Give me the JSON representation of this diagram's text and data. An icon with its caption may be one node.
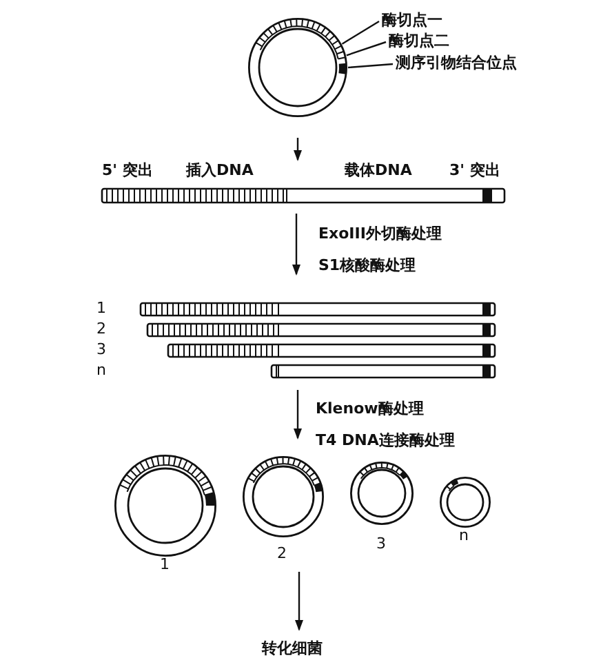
{
  "diagram": {
    "nodes": [
      {
        "text": [],
        "shape": "circle"
      },
      {
        "text": [
          "酶切点一"
        ]
      },
      {
        "text": [
          "酶切点二"
        ]
      },
      {
        "text": [
          "测序引物结合位点"
        ]
      },
      {
        "text": [
          "5' 突出",
          "插入DNA",
          "载体DNA",
          "3' 突出"
        ]
      },
      {
        "text": [],
        "shape": "bar"
      },
      {
        "text": [],
        "shape": "bar"
      },
      {
        "text": [],
        "shape": "bar"
      },
      {
        "text": [],
        "shape": "bar"
      },
      {
        "text": [],
        "shape": "circle",
        "beside": [
          "1"
        ]
      },
      {
        "text": [],
        "shape": "circle",
        "beside": [
          "2"
        ]
      },
      {
        "text": [],
        "shape": "circle",
        "beside": [
          "3"
        ]
      },
      {
        "text": [],
        "shape": "circle",
        "beside": [
          "n"
        ]
      },
      {
        "text": [
          "转化细菌"
        ]
      }
    ],
    "edges": [
      {
        "from": 1,
        "to": 0,
        "arrow": "none"
      },
      {
        "from": 2,
        "to": 0,
        "arrow": "none"
      },
      {
        "from": 3,
        "to": 0,
        "arrow": "none"
      },
      {
        "from": 0,
        "to": 4,
        "arrow": "to"
      },
      {
        "from": 4,
        "to": 5,
        "arrow": "to",
        "label": "ExoIII外切酶处理 S1核酸酶处理"
      },
      {
        "from": 8,
        "to": 10,
        "arrow": "to",
        "label": "Klenow酶处理 T4 DNA连接酶处理"
      },
      {
        "from": 10,
        "to": 13,
        "arrow": "to"
      }
    ],
    "labels": [
      "1",
      "2",
      "3",
      "n"
    ]
  }
}
